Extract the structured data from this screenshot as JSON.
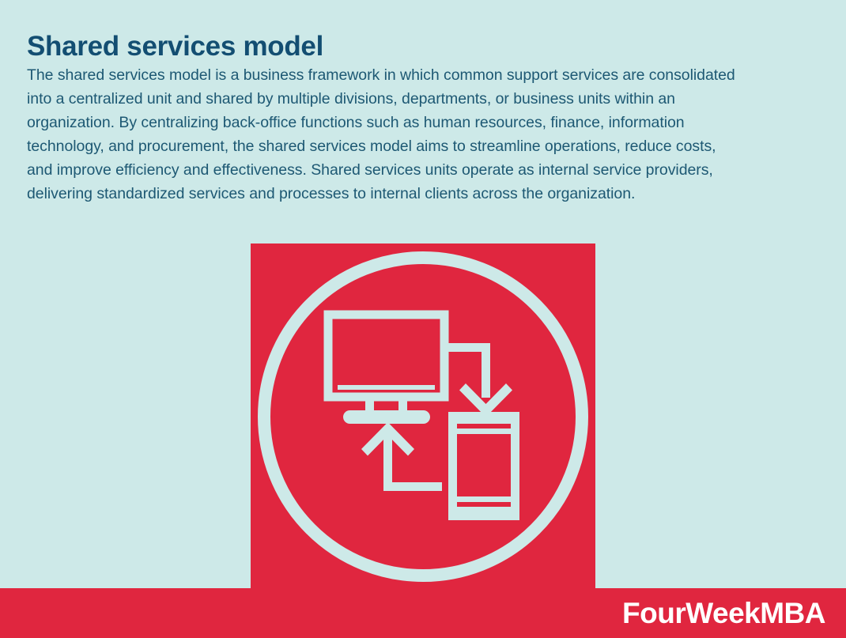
{
  "page": {
    "background_color": "#cde9e8",
    "accent_color": "#e0263f",
    "heading_color": "#134e72",
    "body_text_color": "#1d5873",
    "icon_color": "#cde9e8"
  },
  "article": {
    "title": "Shared services model",
    "body": "The shared services model is a business framework in which common support services are consolidated into a centralized unit and shared by multiple divisions, departments, or business units within an organization. By centralizing back-office functions such as human resources, finance, information technology, and procurement, the shared services model aims to streamline operations, reduce costs, and improve efficiency and effectiveness. Shared services units operate as internal service providers, delivering standardized services and processes to internal clients across the organization."
  },
  "figure": {
    "name": "shared-services-icon",
    "background_color": "#e0263f",
    "stroke_color": "#cde9e8",
    "elements": [
      "circle-outline",
      "desktop-monitor",
      "smartphone",
      "arrow-down",
      "arrow-up"
    ]
  },
  "footer": {
    "brand": "FourWeekMBA",
    "background_color": "#e0263f",
    "text_color": "#ffffff"
  }
}
